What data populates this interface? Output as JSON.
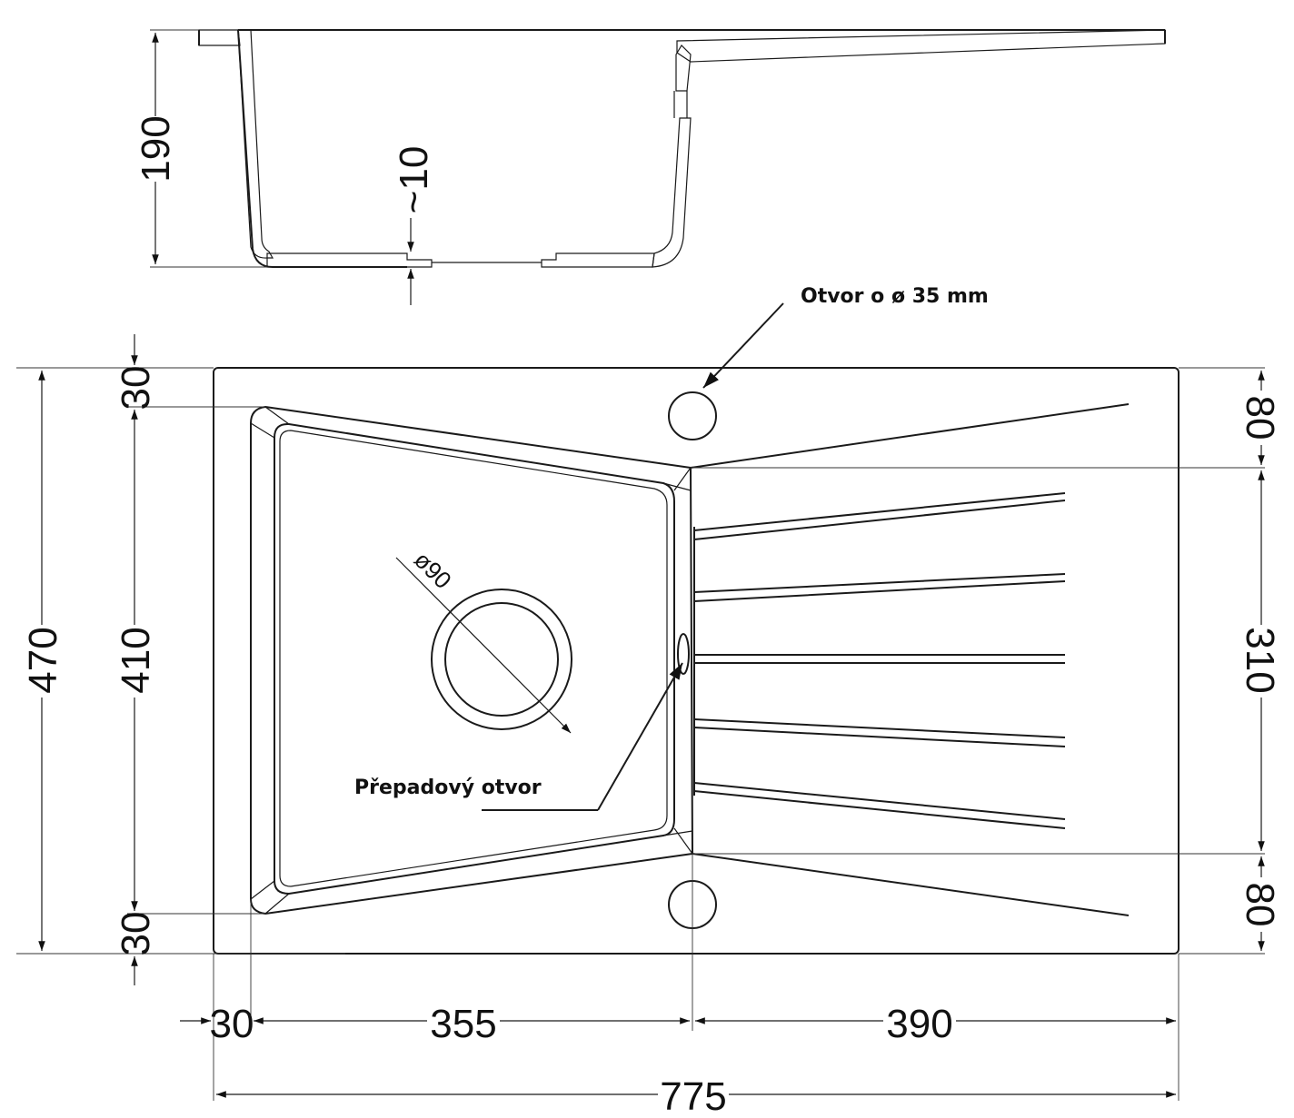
{
  "section": {
    "depth": "190",
    "bottom_thickness": "~10"
  },
  "labels": {
    "tap_hole": "Otvor o ø 35 mm",
    "overflow": "Přepadový otvor",
    "drain": "ø90"
  },
  "dimensions": {
    "total_depth": "470",
    "bowl_depth": "410",
    "rim_top": "30",
    "rim_bottom": "30",
    "drainer_top": "80",
    "drainer_mid": "310",
    "drainer_bottom": "80",
    "left_rim": "30",
    "bowl_width": "355",
    "drainer_width": "390",
    "total_width": "775"
  }
}
